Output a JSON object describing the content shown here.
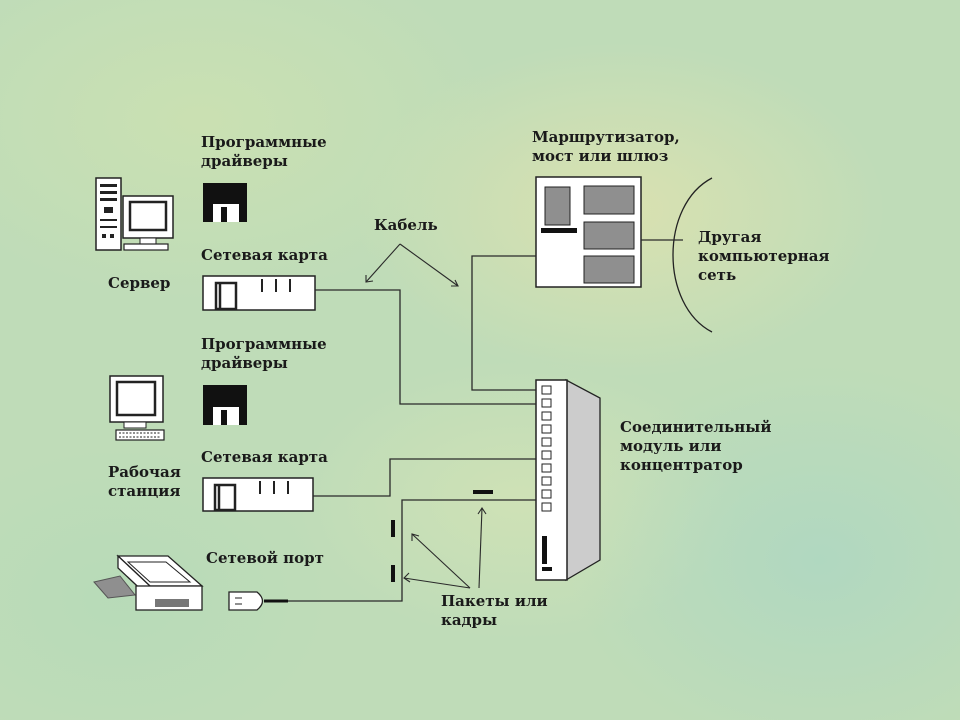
{
  "labels": {
    "drivers_1": "Программные\nдрайверы",
    "server": "Сервер",
    "netcard_1": "Сетевая карта",
    "cable": "Кабель",
    "router": "Маршрутизатор,\nмост или шлюз",
    "other_network": "Другая\nкомпьютерная\nсеть",
    "drivers_2": "Программные\nдрайверы",
    "hub": "Соединительный\nмодуль или\nконцентратор",
    "workstation": "Рабочая\nстанция",
    "netcard_2": "Сетевая карта",
    "net_port": "Сетевой порт",
    "packets": "Пакеты или\nкадры"
  },
  "icons": [
    "server-icon",
    "workstation-icon",
    "printer-icon",
    "floppy-disk-icon",
    "network-card-icon",
    "router-icon",
    "hub-icon",
    "network-port-icon"
  ],
  "colors": {
    "line": "#2a2a2a",
    "device_fill": "#ffffff",
    "panel_gray": "#8f8f8f",
    "hub_side": "#cccccc"
  }
}
